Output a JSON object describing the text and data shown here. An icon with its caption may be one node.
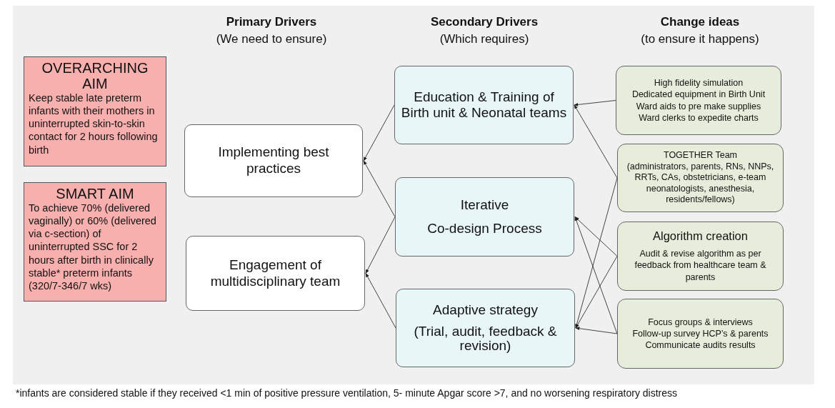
{
  "diagram": {
    "nodes": [
      {
        "text": [
          "OVERARCHING AIM",
          "Keep stable late preterm infants with their mothers in uninterrupted skin-to-skin contact for 2 hours following birth"
        ]
      },
      {
        "text": [
          "SMART AIM",
          "To achieve 70% (delivered vaginally) or 60% (delivered via c-section) of uninterrupted SSC for 2 hours after birth in clinically stable* preterm infants (320/7-346/7 wks)"
        ]
      },
      {
        "text": [
          "Implementing best practices"
        ]
      },
      {
        "text": [
          "Engagement of multidisciplinary team"
        ]
      },
      {
        "text": [
          "Education & Training of Birth unit & Neonatal teams"
        ]
      },
      {
        "text": [
          "Iterative",
          "Co-design Process"
        ]
      },
      {
        "text": [
          "Adaptive strategy",
          "(Trial, audit, feedback & revision)"
        ]
      },
      {
        "text": [
          "High fidelity simulation",
          "Dedicated equipment in Birth Unit",
          "Ward aids to pre make supplies",
          "Ward clerks to expedite charts"
        ]
      },
      {
        "text": [
          "TOGETHER Team",
          "(administrators, parents, RNs, NNPs, RRTs, CAs, obstetricians, e-team neonatologists, anesthesia, residents/fellows)"
        ]
      },
      {
        "text": [
          "Algorithm creation",
          "Audit & revise algorithm as per feedback from healthcare team & parents"
        ]
      },
      {
        "text": [
          "Focus groups & interviews",
          "Follow-up survey HCP’s & parents",
          "Communicate audits results"
        ]
      }
    ],
    "edges": [
      {
        "from": 4,
        "to": 2,
        "arrow": "to"
      },
      {
        "from": 5,
        "to": 2,
        "arrow": "to"
      },
      {
        "from": 5,
        "to": 3,
        "arrow": "to"
      },
      {
        "from": 6,
        "to": 3,
        "arrow": "to"
      },
      {
        "from": 7,
        "to": 4,
        "arrow": "to"
      },
      {
        "from": 8,
        "to": 4,
        "arrow": "to"
      },
      {
        "from": 8,
        "to": 6,
        "arrow": "to"
      },
      {
        "from": 9,
        "to": 5,
        "arrow": "to"
      },
      {
        "from": 9,
        "to": 6,
        "arrow": "to"
      },
      {
        "from": 10,
        "to": 5,
        "arrow": "to"
      },
      {
        "from": 10,
        "to": 6,
        "arrow": "to"
      }
    ],
    "labels": [
      "Primary Drivers",
      "(We need to ensure)",
      "Secondary Drivers",
      "(Which requires)",
      "Change ideas",
      "(to ensure it happens)",
      "*infants are considered stable if they received <1 min of positive pressure ventilation, 5- minute Apgar score >7, and no worsening respiratory distress"
    ]
  }
}
